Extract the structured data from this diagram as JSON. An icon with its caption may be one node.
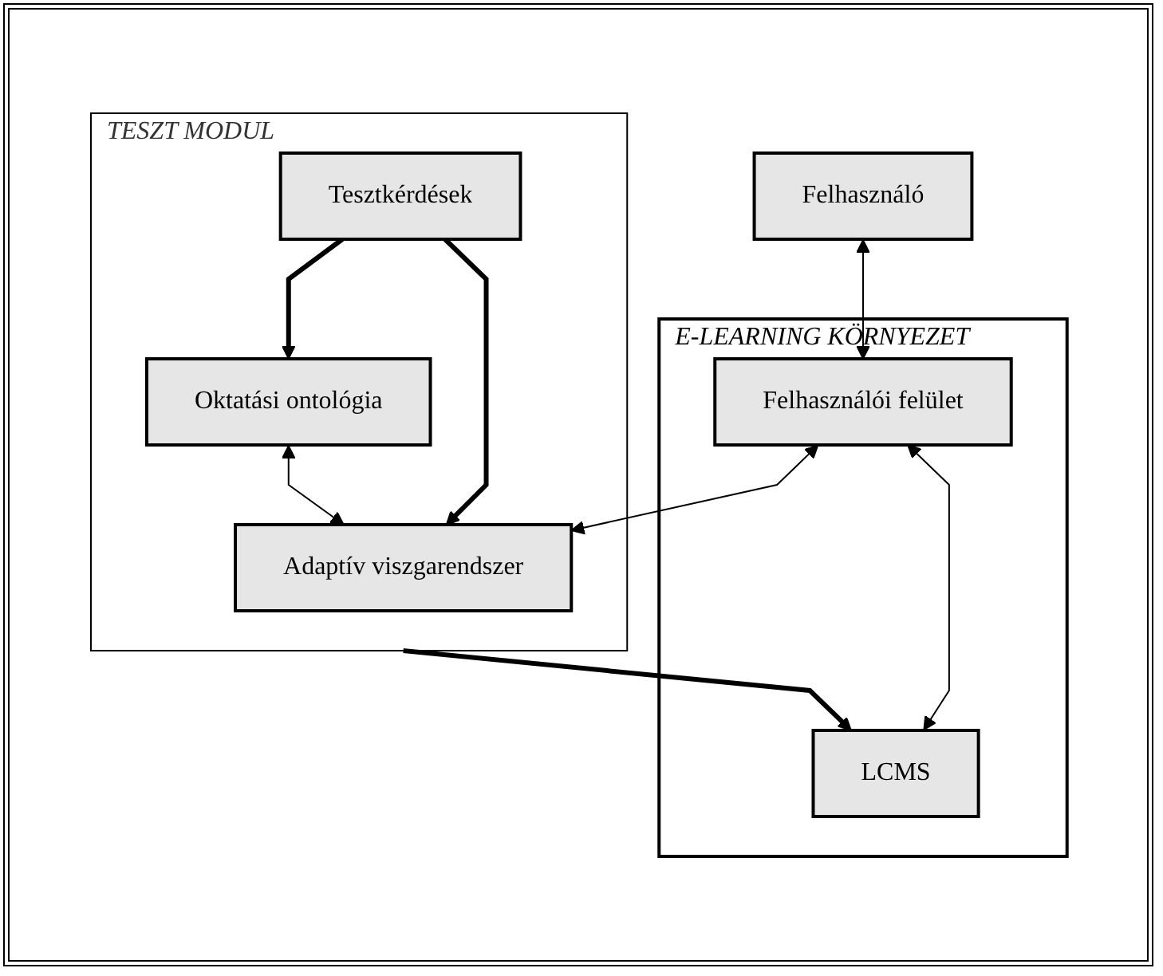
{
  "diagram": {
    "nodes": [
      {
        "text": [
          "Felhasználó"
        ]
      },
      {
        "text": [
          "E-LEARNING KÖRNYEZET"
        ]
      },
      {
        "text": [
          "LCMS"
        ],
        "in": 1
      },
      {
        "text": [
          "Felhasználói felület"
        ],
        "in": 1
      },
      {
        "text": [
          "TESZT MODUL"
        ]
      },
      {
        "text": [
          "Adaptív viszgarendszer"
        ],
        "in": 4
      },
      {
        "text": [
          "Oktatási ontológia"
        ],
        "in": 4
      },
      {
        "text": [
          "Tesztkérdések"
        ],
        "in": 4
      }
    ],
    "edges": [
      {
        "from": 0,
        "to": 3,
        "arrow": "both"
      },
      {
        "from": 2,
        "to": 3,
        "arrow": "both"
      },
      {
        "from": 4,
        "to": 2,
        "arrow": "to",
        "style": "thick"
      },
      {
        "from": 3,
        "to": 5,
        "arrow": "both"
      },
      {
        "from": 6,
        "to": 5,
        "arrow": "both"
      },
      {
        "from": 7,
        "to": 5,
        "arrow": "to",
        "style": "thick"
      },
      {
        "from": 7,
        "to": 6,
        "arrow": "to",
        "style": "thick"
      }
    ]
  }
}
